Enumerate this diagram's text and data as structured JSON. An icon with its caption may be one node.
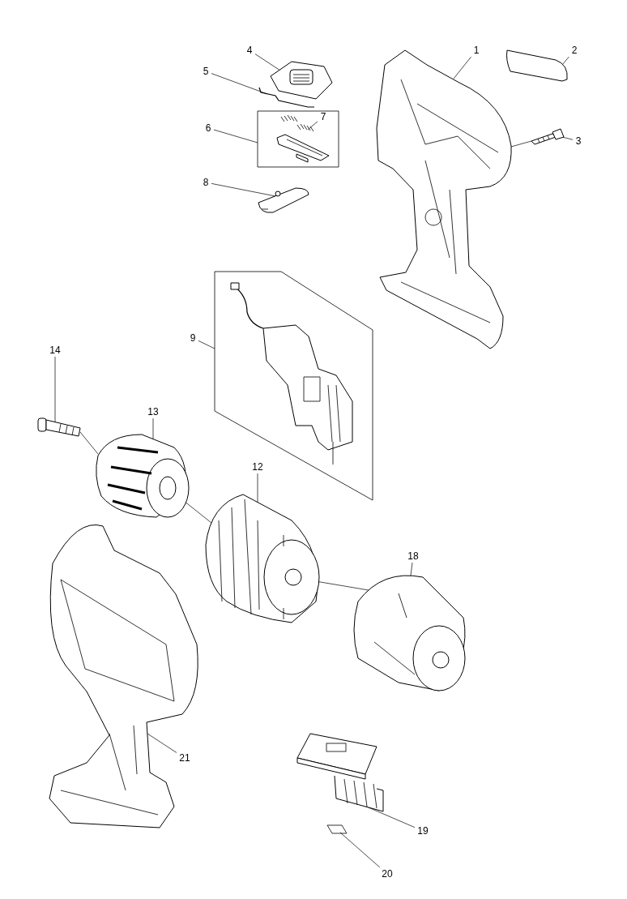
{
  "diagram": {
    "nodes": [
      {
        "text": [
          "1"
        ]
      },
      {
        "text": [],
        "shape": "picture"
      },
      {
        "text": [
          "2"
        ]
      },
      {
        "text": [],
        "shape": "picture"
      },
      {
        "text": [
          "3"
        ]
      },
      {
        "text": [],
        "shape": "picture"
      },
      {
        "text": [
          "4"
        ]
      },
      {
        "text": [],
        "shape": "picture"
      },
      {
        "text": [
          "5"
        ]
      },
      {
        "text": [],
        "shape": "picture"
      },
      {
        "text": [
          "6"
        ]
      },
      {
        "text": [],
        "shape": "box"
      },
      {
        "text": [
          "7"
        ],
        "in": 11
      },
      {
        "text": [],
        "shape": "picture",
        "in": 11
      },
      {
        "text": [],
        "shape": "picture",
        "in": 11
      },
      {
        "text": [
          "8"
        ]
      },
      {
        "text": [],
        "shape": "picture"
      },
      {
        "text": [
          "9"
        ]
      },
      {
        "text": [],
        "shape": "box"
      },
      {
        "text": [],
        "shape": "picture",
        "in": 18
      },
      {
        "text": [
          "14"
        ]
      },
      {
        "text": [],
        "shape": "picture"
      },
      {
        "text": [
          "13"
        ]
      },
      {
        "text": [],
        "shape": "picture"
      },
      {
        "text": [
          "12"
        ]
      },
      {
        "text": [],
        "shape": "picture"
      },
      {
        "text": [
          "18"
        ]
      },
      {
        "text": [],
        "shape": "picture"
      },
      {
        "text": [
          "21"
        ]
      },
      {
        "text": [],
        "shape": "picture"
      },
      {
        "text": [
          "19"
        ]
      },
      {
        "text": [],
        "shape": "picture"
      },
      {
        "text": [
          "20"
        ]
      },
      {
        "text": [],
        "shape": "box"
      }
    ],
    "edges": [
      {
        "from": 0,
        "to": 1,
        "arrow": "none"
      },
      {
        "from": 2,
        "to": 3,
        "arrow": "none"
      },
      {
        "from": 4,
        "to": 5,
        "arrow": "none"
      },
      {
        "from": 6,
        "to": 7,
        "arrow": "none"
      },
      {
        "from": 8,
        "to": 9,
        "arrow": "none"
      },
      {
        "from": 10,
        "to": 11,
        "arrow": "none"
      },
      {
        "from": 12,
        "to": 13,
        "arrow": "none"
      },
      {
        "from": 15,
        "to": 16,
        "arrow": "none"
      },
      {
        "from": 17,
        "to": 18,
        "arrow": "none"
      },
      {
        "from": 20,
        "to": 21,
        "arrow": "none"
      },
      {
        "from": 22,
        "to": 23,
        "arrow": "none"
      },
      {
        "from": 24,
        "to": 25,
        "arrow": "none"
      },
      {
        "from": 26,
        "to": 27,
        "arrow": "none"
      },
      {
        "from": 28,
        "to": 29,
        "arrow": "none"
      },
      {
        "from": 30,
        "to": 31,
        "arrow": "none"
      },
      {
        "from": 32,
        "to": 33,
        "arrow": "none"
      },
      {
        "from": 5,
        "to": 1,
        "arrow": "none"
      },
      {
        "from": 21,
        "to": 23,
        "arrow": "none"
      },
      {
        "from": 23,
        "to": 25,
        "arrow": "none"
      },
      {
        "from": 25,
        "to": 27,
        "arrow": "none"
      }
    ]
  }
}
